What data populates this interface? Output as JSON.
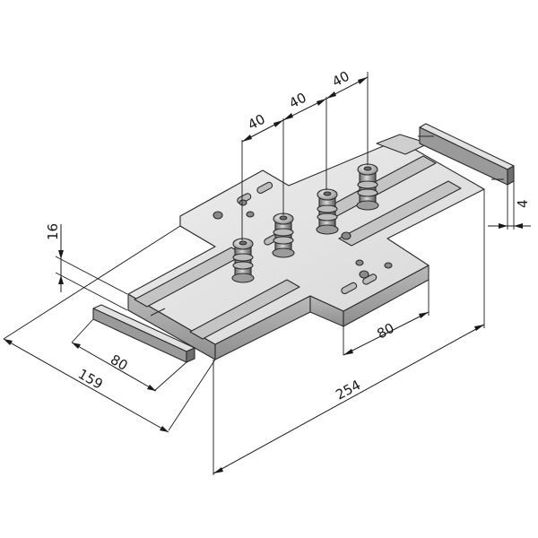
{
  "drawing": {
    "dimensions": {
      "pitch_1": "40",
      "pitch_2": "40",
      "pitch_3": "40",
      "thickness": "16",
      "end_cap_thickness": "4",
      "arm_width_front": "80",
      "arm_width_right": "80",
      "overall_width": "159",
      "overall_length": "254"
    },
    "colors": {
      "plate_top": "#e4e4e4",
      "plate_side": "#a8a8a8",
      "slot": "#bdbdbd",
      "metal_dark": "#555555",
      "line": "#1a1a1a"
    }
  }
}
